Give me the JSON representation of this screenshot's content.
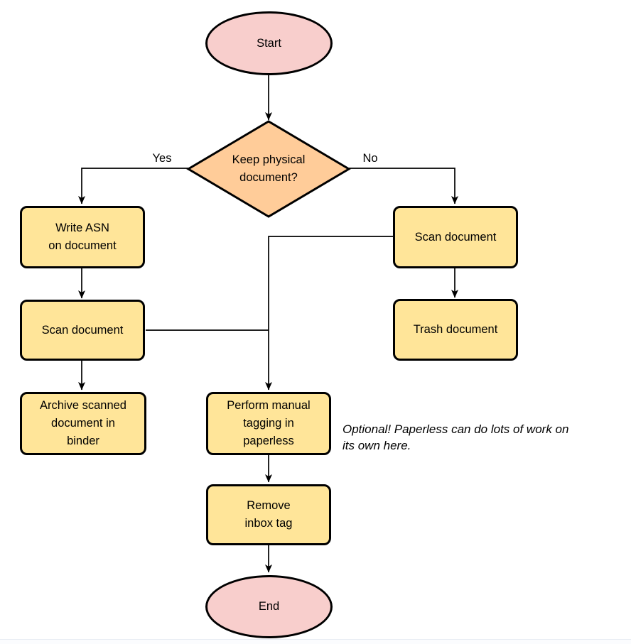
{
  "nodes": {
    "start": {
      "label": "Start",
      "type": "terminator"
    },
    "decision": {
      "label": "Keep physical\ndocument?",
      "type": "decision"
    },
    "write_asn": {
      "label": "Write ASN\non document",
      "type": "process"
    },
    "scan_left": {
      "label": "Scan document",
      "type": "process"
    },
    "archive": {
      "label": "Archive scanned\ndocument in\nbinder",
      "type": "process"
    },
    "scan_right": {
      "label": "Scan document",
      "type": "process"
    },
    "trash": {
      "label": "Trash document",
      "type": "process"
    },
    "tagging": {
      "label": "Perform manual\ntagging in\npaperless",
      "type": "process"
    },
    "remove_inbox": {
      "label": "Remove\ninbox tag",
      "type": "process"
    },
    "end": {
      "label": "End",
      "type": "terminator"
    }
  },
  "edge_labels": {
    "yes": "Yes",
    "no": "No"
  },
  "annotation": {
    "text": "Optional! Paperless can do lots of work on\nits own here."
  },
  "colors": {
    "terminator_fill": "#F8CECC",
    "decision_fill": "#FFCC99",
    "process_fill": "#FFE599",
    "border": "#000000",
    "line": "#000000"
  }
}
